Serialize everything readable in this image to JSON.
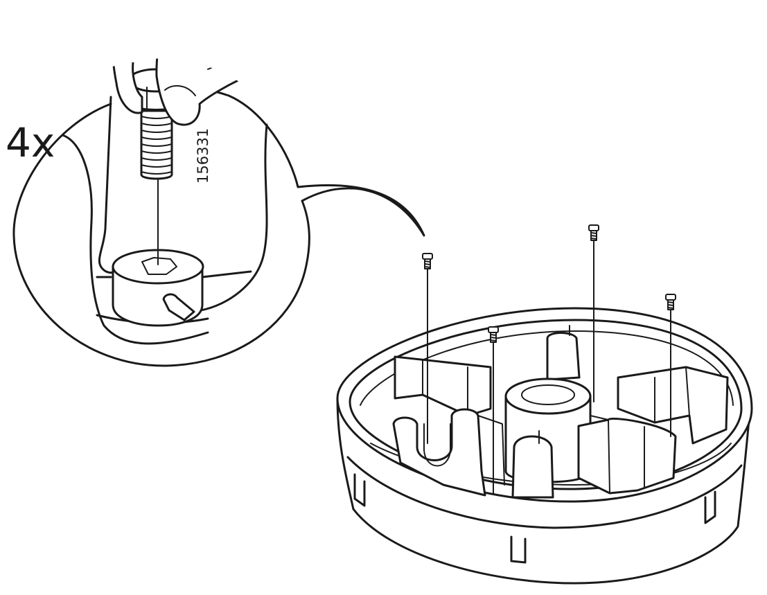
{
  "diagram": {
    "quantity_label": "4x",
    "reference_number": "156331",
    "line_color": "#1a1a1a",
    "background_color": "#ffffff",
    "bolt_count": 4
  }
}
